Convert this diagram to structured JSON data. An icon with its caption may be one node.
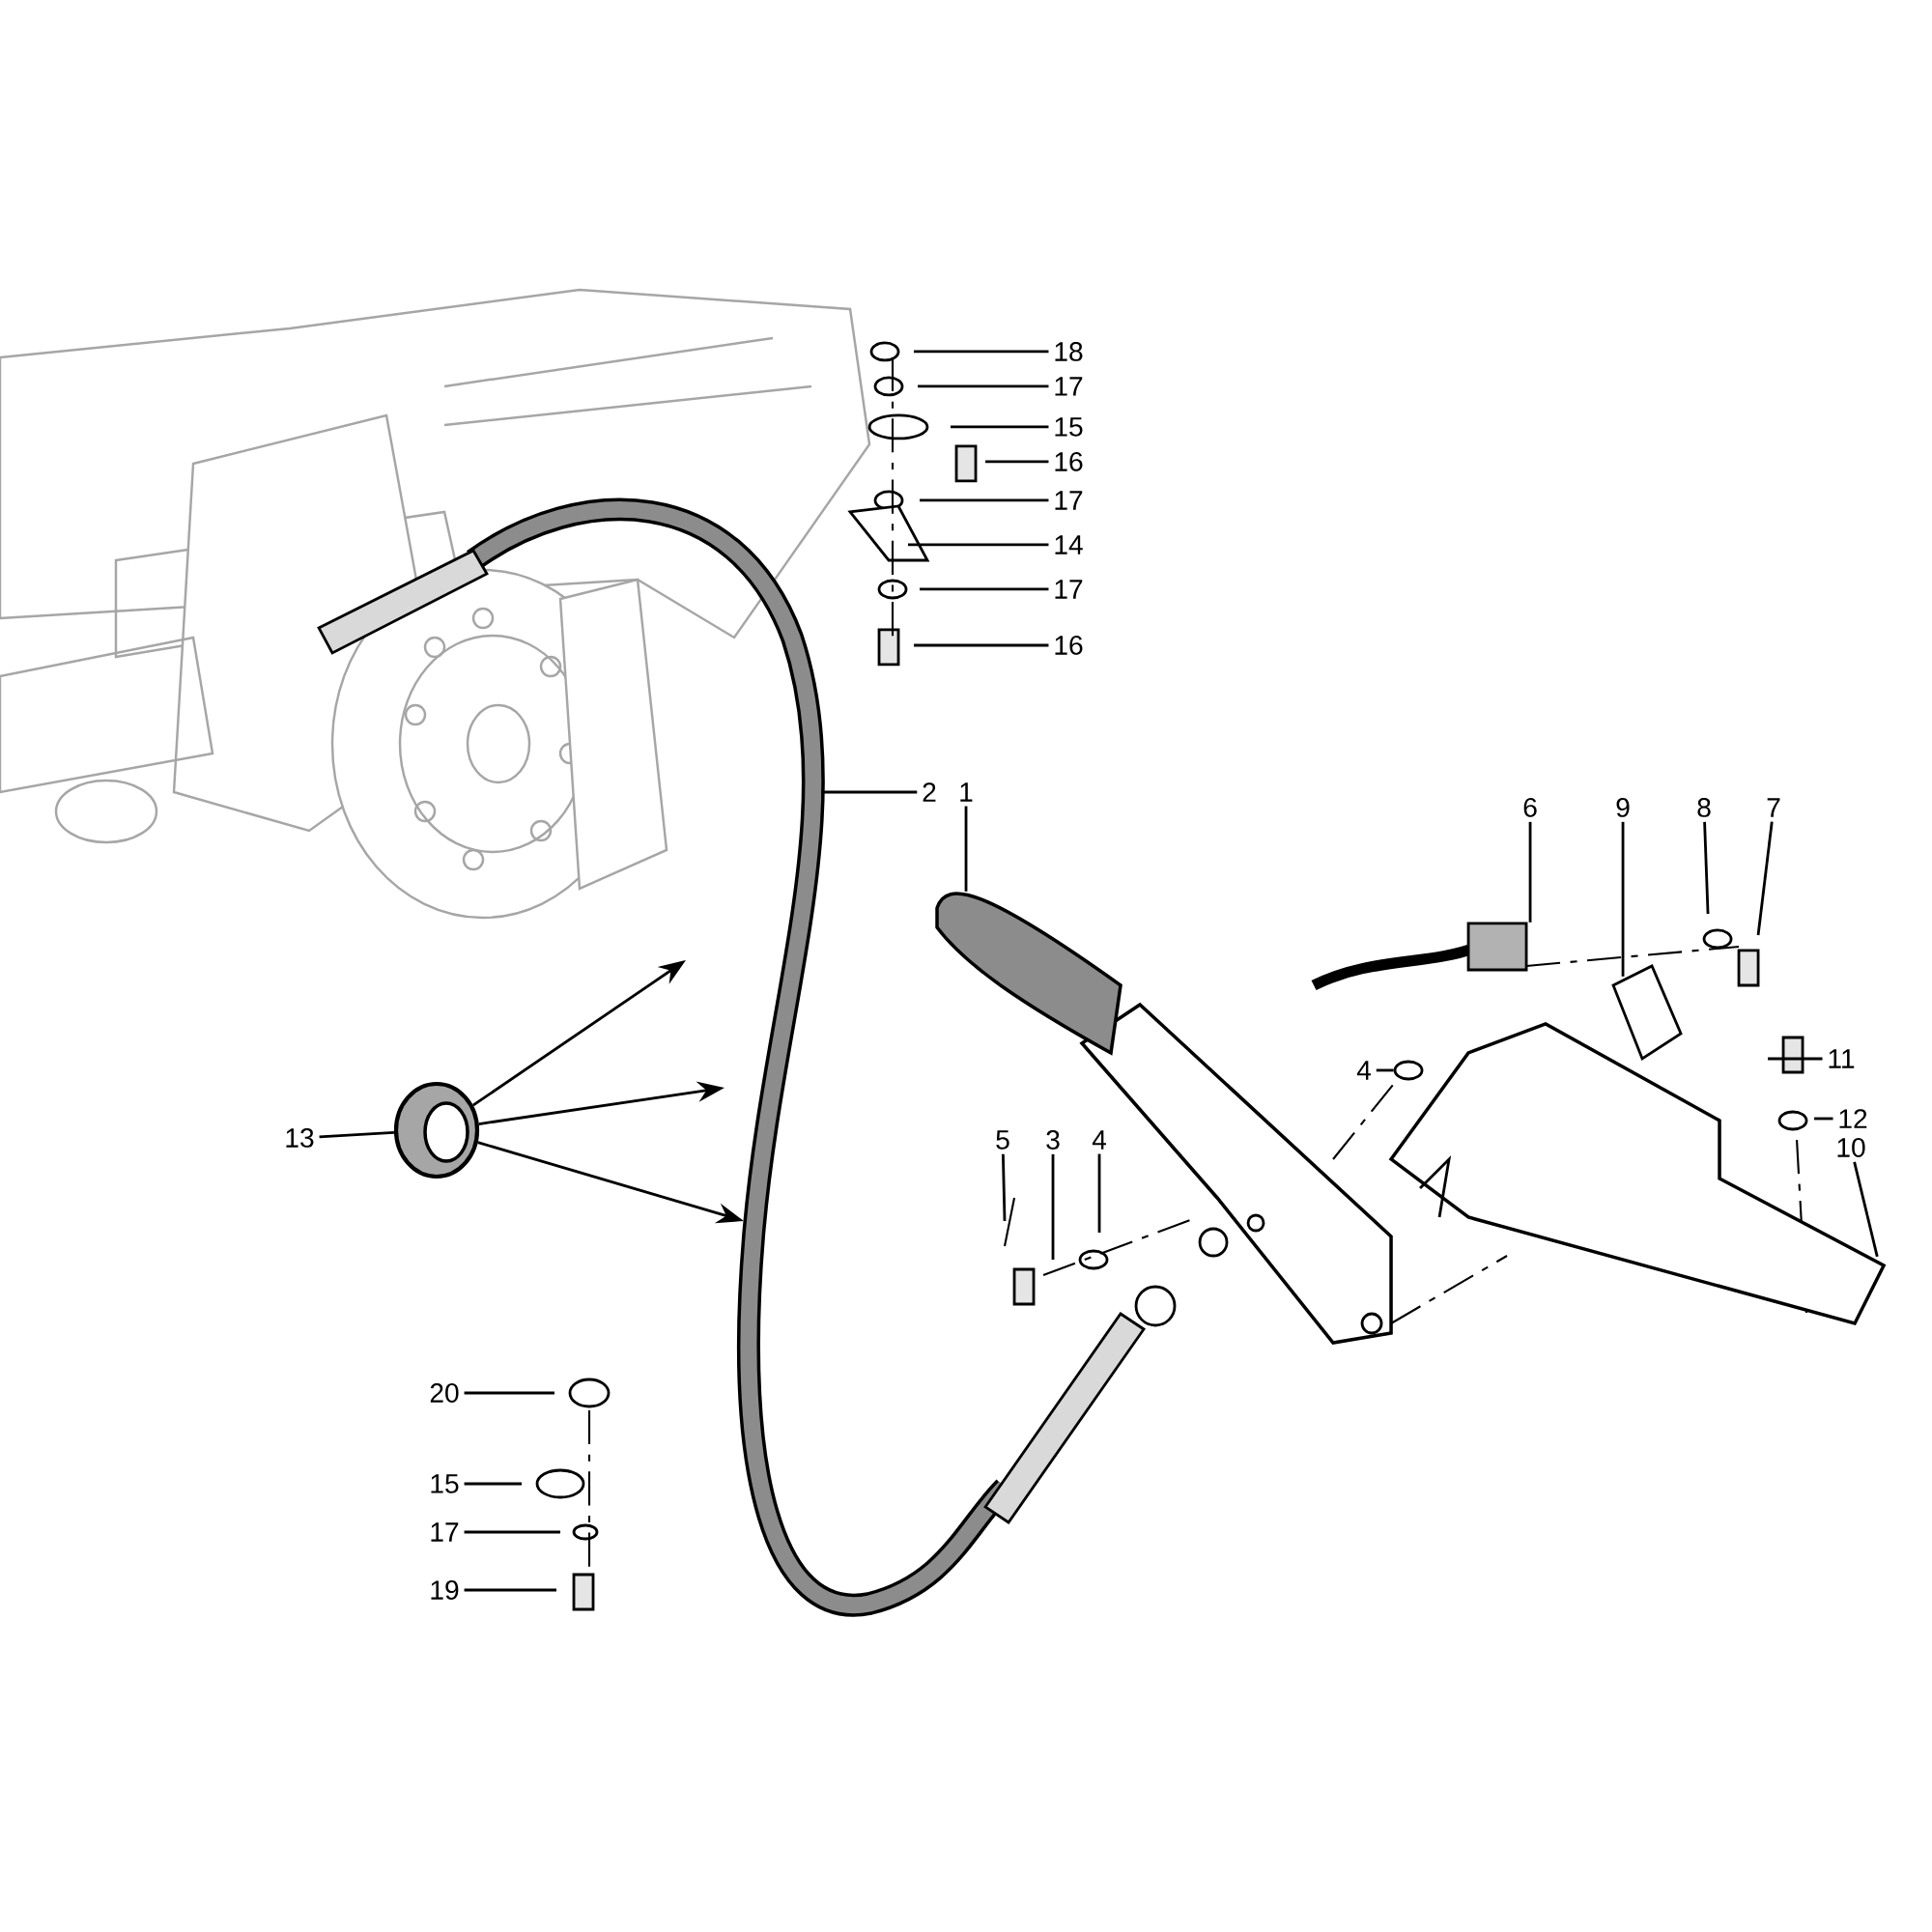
{
  "diagram": {
    "nodes": [
      {
        "text": [
          "18"
        ]
      },
      {
        "text": [
          "17"
        ]
      },
      {
        "text": [
          "15"
        ]
      },
      {
        "text": [
          "16"
        ]
      },
      {
        "text": [
          "17"
        ]
      },
      {
        "text": [
          "14"
        ]
      },
      {
        "text": [
          "17"
        ]
      },
      {
        "text": [
          "16"
        ]
      },
      {
        "text": [
          "2"
        ]
      },
      {
        "text": [
          "1"
        ]
      },
      {
        "text": [
          "6"
        ]
      },
      {
        "text": [
          "9"
        ]
      },
      {
        "text": [
          "8"
        ]
      },
      {
        "text": [
          "7"
        ]
      },
      {
        "text": [
          "4"
        ]
      },
      {
        "text": [
          "11"
        ]
      },
      {
        "text": [
          "5"
        ]
      },
      {
        "text": [
          "3"
        ]
      },
      {
        "text": [
          "4"
        ]
      },
      {
        "text": [
          "12"
        ]
      },
      {
        "text": [
          "10"
        ]
      },
      {
        "text": [
          "13"
        ]
      },
      {
        "text": [],
        "shape": "picture"
      },
      {
        "text": [
          "20"
        ]
      },
      {
        "text": [
          "15"
        ]
      },
      {
        "text": [
          "17"
        ]
      },
      {
        "text": [
          "19"
        ]
      },
      {
        "text": [],
        "shape": "picture"
      },
      {
        "text": [],
        "shape": "picture"
      },
      {
        "text": [],
        "shape": "picture"
      },
      {
        "text": [],
        "shape": "circle"
      },
      {
        "text": [],
        "shape": "picture"
      }
    ],
    "edges": [
      {
        "from": 0,
        "to": null,
        "arrow": "none"
      },
      {
        "from": 1,
        "to": null,
        "arrow": "none"
      },
      {
        "from": 2,
        "to": null,
        "arrow": "none"
      },
      {
        "from": 3,
        "to": null,
        "arrow": "none"
      },
      {
        "from": 4,
        "to": null,
        "arrow": "none"
      },
      {
        "from": 5,
        "to": null,
        "arrow": "none"
      },
      {
        "from": 6,
        "to": null,
        "arrow": "none"
      },
      {
        "from": 7,
        "to": null,
        "arrow": "none"
      },
      {
        "from": 8,
        "to": null,
        "arrow": "none"
      },
      {
        "from": 9,
        "to": 27,
        "arrow": "none"
      },
      {
        "from": 10,
        "to": 28,
        "arrow": "none"
      },
      {
        "from": 11,
        "to": 29,
        "arrow": "none"
      },
      {
        "from": 12,
        "to": null,
        "arrow": "none"
      },
      {
        "from": 13,
        "to": null,
        "arrow": "none"
      },
      {
        "from": 14,
        "to": 30,
        "arrow": "none"
      },
      {
        "from": 15,
        "to": null,
        "arrow": "none"
      },
      {
        "from": 16,
        "to": null,
        "arrow": "none"
      },
      {
        "from": 17,
        "to": null,
        "arrow": "none"
      },
      {
        "from": 18,
        "to": null,
        "arrow": "none"
      },
      {
        "from": 19,
        "to": null,
        "arrow": "none"
      },
      {
        "from": 20,
        "to": 31,
        "arrow": "none"
      },
      {
        "from": 21,
        "to": 22,
        "arrow": "none"
      },
      {
        "from": 23,
        "to": null,
        "arrow": "none"
      },
      {
        "from": 24,
        "to": null,
        "arrow": "none"
      },
      {
        "from": 25,
        "to": null,
        "arrow": "none"
      },
      {
        "from": 26,
        "to": null,
        "arrow": "none"
      },
      {
        "from": 22,
        "to": null,
        "arrow": "to"
      },
      {
        "from": 22,
        "to": null,
        "arrow": "to"
      },
      {
        "from": 22,
        "to": null,
        "arrow": "to"
      }
    ]
  }
}
